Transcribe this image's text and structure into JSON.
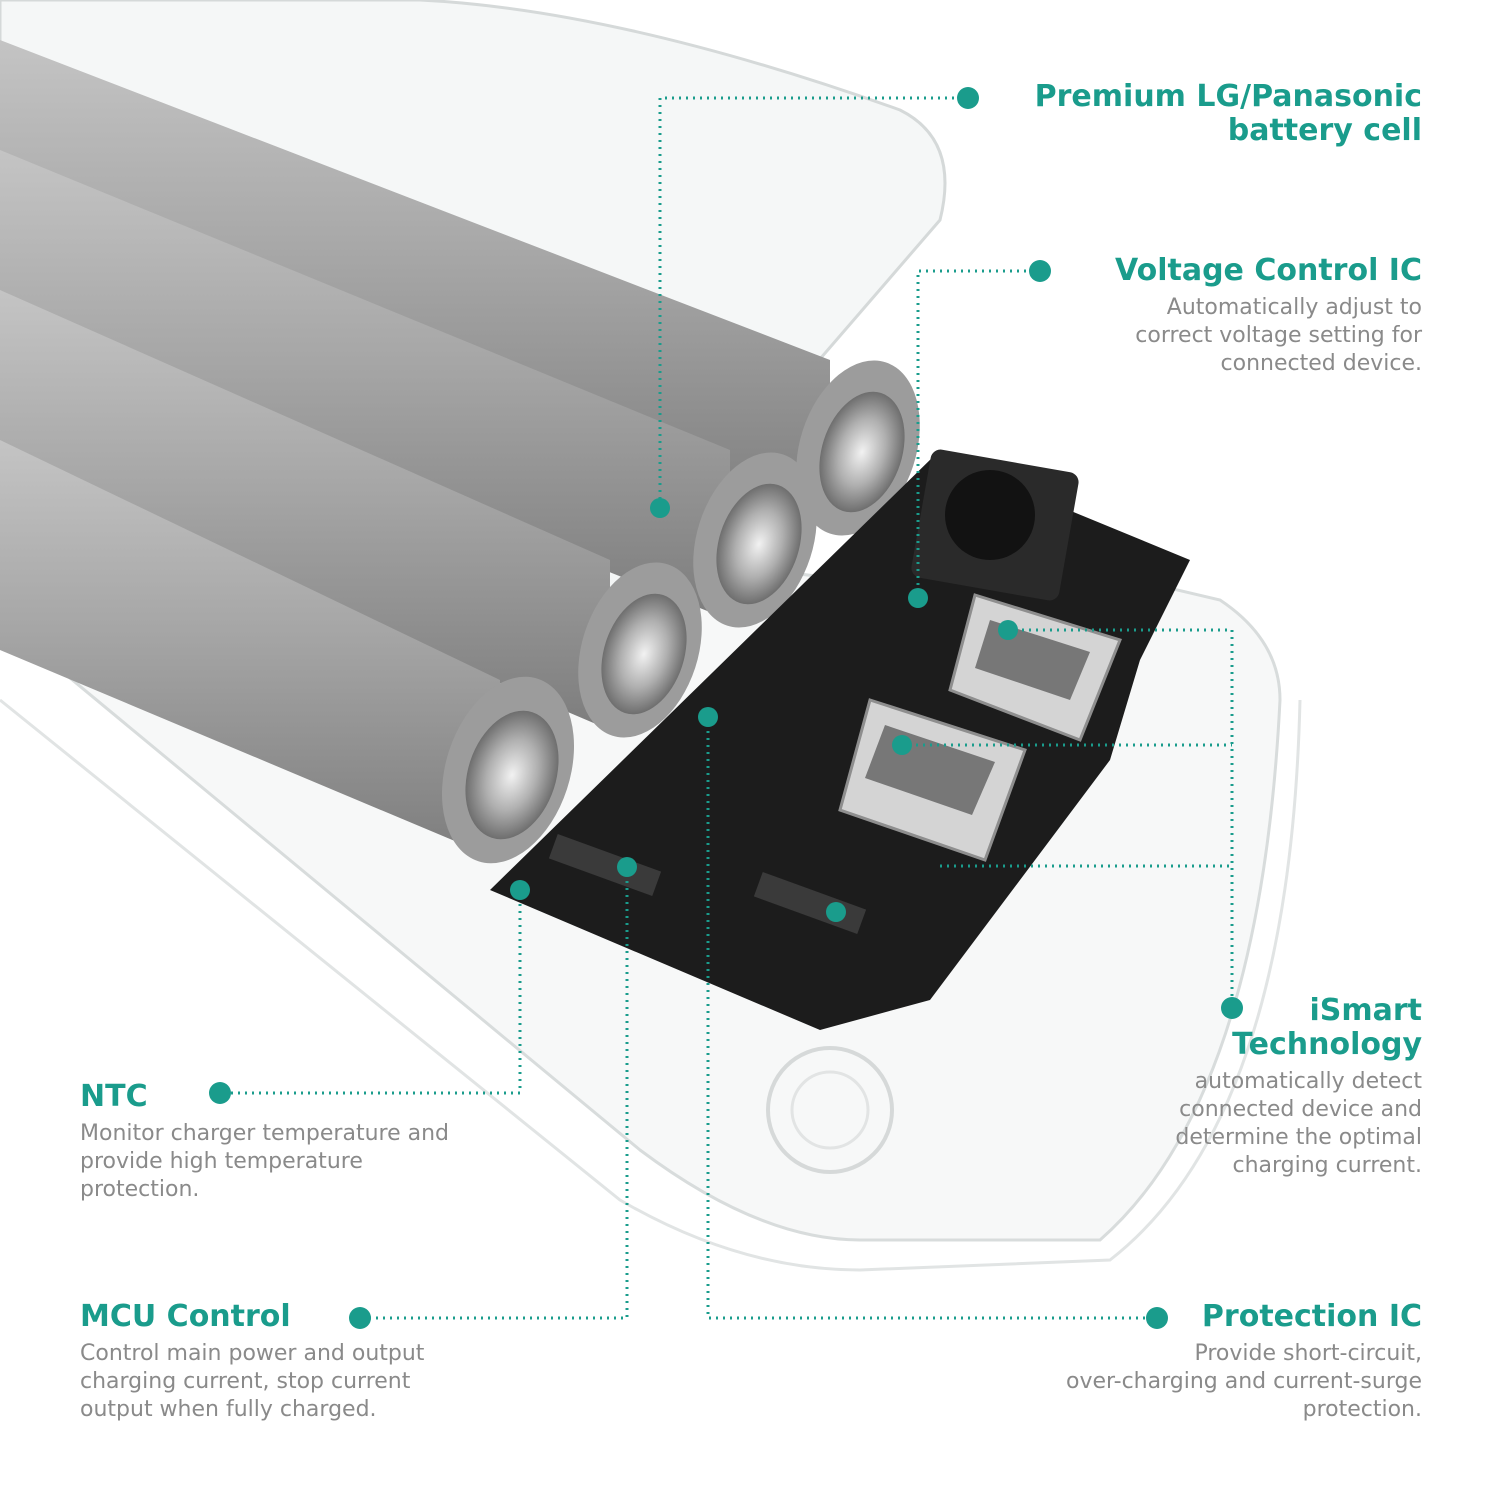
{
  "callouts": {
    "battery": {
      "title": "Premium LG/Panasonic\nbattery cell",
      "desc": ""
    },
    "voltage": {
      "title": "Voltage Control IC",
      "desc": "Automatically adjust to\ncorrect voltage setting for\nconnected device."
    },
    "ismart": {
      "title": "iSmart\nTechnology",
      "desc": "automatically detect\nconnected device and\ndetermine the optimal\ncharging current."
    },
    "ntc": {
      "title": "NTC",
      "desc": "Monitor charger temperature and\nprovide high temperature\nprotection."
    },
    "mcu": {
      "title": "MCU Control",
      "desc": "Control main power and output\ncharging current, stop current\noutput when fully charged."
    },
    "protection": {
      "title": "Protection IC",
      "desc": "Provide short-circuit,\nover-charging and current-surge\nprotection."
    }
  },
  "colors": {
    "accent": "#1a9c8c",
    "desc_text": "#8a8a8a",
    "cell": "#a9a9a9",
    "board": "#1c1c1c"
  }
}
